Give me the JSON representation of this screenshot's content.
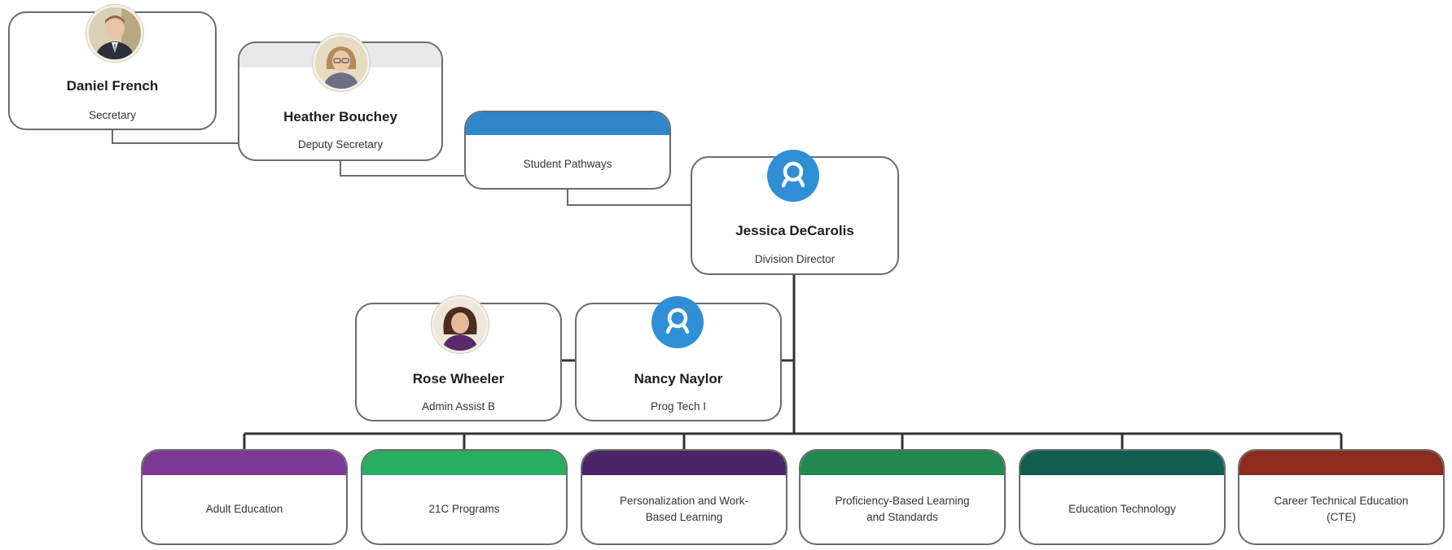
{
  "colors": {
    "line": "#6b6b6b",
    "header_line": "#6b6b6b",
    "icon_blue": "#2f8fd6",
    "pathways_band": "#2f86c9"
  },
  "people": {
    "daniel": {
      "name": "Daniel French",
      "title": "Secretary",
      "avatar": "photo-man-suit"
    },
    "heather": {
      "name": "Heather Bouchey",
      "title": "Deputy Secretary",
      "avatar": "photo-woman-glasses"
    },
    "jessica": {
      "name": "Jessica DeCarolis",
      "title": "Division Director",
      "icon": "person-search-icon"
    },
    "rose": {
      "name": "Rose Wheeler",
      "title": "Admin Assist B",
      "avatar": "photo-woman-dark-hair"
    },
    "nancy": {
      "name": "Nancy Naylor",
      "title": "Prog Tech I",
      "icon": "person-search-icon"
    }
  },
  "pathways": {
    "label": "Student Pathways",
    "color": "#2f86c9"
  },
  "teams": [
    {
      "line1": "Adult Education",
      "line2": "",
      "color": "#7b3a96"
    },
    {
      "line1": "21C Programs",
      "line2": "",
      "color": "#27ae60"
    },
    {
      "line1": "Personalization and Work-",
      "line2": "Based Learning",
      "color": "#4a2566"
    },
    {
      "line1": "Proficiency-Based Learning",
      "line2": "and Standards",
      "color": "#21894f"
    },
    {
      "line1": "Education Technology",
      "line2": "",
      "color": "#125e50"
    },
    {
      "line1": "Career Technical Education",
      "line2": "(CTE)",
      "color": "#8c2b1f"
    }
  ]
}
